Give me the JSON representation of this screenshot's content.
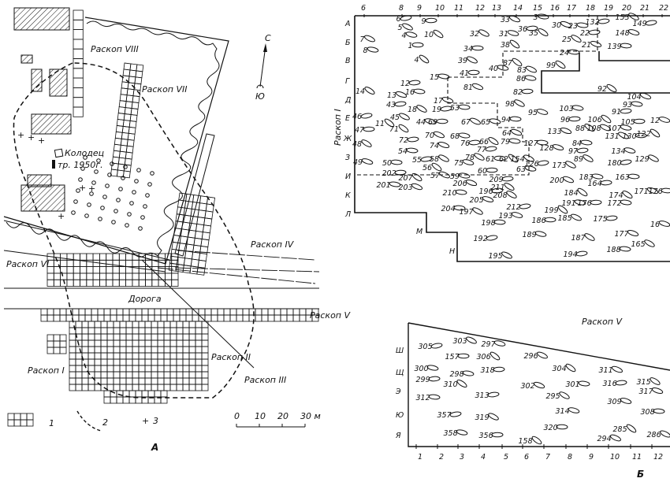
{
  "plan_a": {
    "excavation_labels": [
      "Раскоп VIII",
      "Раскоп VII",
      "Раскоп IV",
      "Раскоп VI",
      "Раскоп V",
      "Раскоп I",
      "Раскоп II",
      "Раскоп III"
    ],
    "well_label": "Колодец",
    "trench_label": "тр. 1950г.",
    "road_label": "Дорога",
    "north_label": "С",
    "south_label": "Ю",
    "legend": [
      "1",
      "2",
      "3"
    ],
    "scale_ticks": [
      "0",
      "10",
      "20",
      "30 м"
    ],
    "caption": "А"
  },
  "plan_b": {
    "side_label": "Раскоп I",
    "columns": [
      "6",
      "8",
      "9",
      "10",
      "11",
      "12",
      "13",
      "14",
      "15",
      "16",
      "17",
      "18",
      "19",
      "20",
      "21",
      "22"
    ],
    "rows": [
      "А",
      "Б",
      "В",
      "Г",
      "Д",
      "Е",
      "Ж",
      "З",
      "И",
      "К",
      "Л",
      "М",
      "Н"
    ],
    "graves": [
      "6",
      "5",
      "4",
      "1",
      "4",
      "7",
      "8",
      "9",
      "10",
      "33",
      "3",
      "36",
      "35",
      "30",
      "23",
      "22",
      "25",
      "21",
      "24",
      "132",
      "153",
      "148",
      "139",
      "149",
      "32",
      "31",
      "34",
      "38",
      "39",
      "40",
      "41",
      "87",
      "83",
      "86",
      "82",
      "99",
      "81",
      "15",
      "12",
      "14",
      "13",
      "16",
      "43",
      "18",
      "17",
      "53",
      "19",
      "98",
      "95",
      "94",
      "46",
      "45",
      "44",
      "69",
      "11",
      "67",
      "65",
      "47",
      "71",
      "70",
      "68",
      "76",
      "66",
      "64",
      "79",
      "72",
      "48",
      "74",
      "54",
      "77",
      "78",
      "49",
      "50",
      "55",
      "58",
      "75",
      "61",
      "62",
      "154",
      "63",
      "60",
      "56",
      "57",
      "59",
      "202",
      "207",
      "203",
      "201",
      "209",
      "211",
      "206",
      "210",
      "196",
      "208",
      "205",
      "204",
      "212",
      "197",
      "193",
      "198",
      "192",
      "195",
      "189",
      "186",
      "199",
      "185",
      "191",
      "176",
      "184",
      "200",
      "183",
      "164",
      "174",
      "171",
      "172",
      "175",
      "187",
      "177",
      "188",
      "194",
      "165",
      "16",
      "163",
      "180",
      "129",
      "134",
      "130",
      "122",
      "131",
      "107",
      "105",
      "106",
      "108",
      "103",
      "96",
      "92",
      "104",
      "93",
      "91",
      "88",
      "133",
      "84",
      "97",
      "89",
      "128",
      "127",
      "126",
      "173",
      "12",
      "176"
    ]
  },
  "plan_c": {
    "title": "Раскоп V",
    "rows": [
      "Ш",
      "Щ",
      "Э",
      "Ю",
      "Я"
    ],
    "columns": [
      "1",
      "2",
      "3",
      "4",
      "5",
      "6",
      "7",
      "8",
      "9",
      "10",
      "11",
      "12"
    ],
    "graves": [
      "305",
      "303",
      "297",
      "157",
      "306",
      "296",
      "300",
      "318",
      "304",
      "311",
      "298",
      "299",
      "310",
      "302",
      "301",
      "316",
      "315",
      "317",
      "312",
      "313",
      "295",
      "309",
      "308",
      "357",
      "319",
      "314",
      "320",
      "285",
      "286",
      "358",
      "356",
      "158",
      "294"
    ],
    "caption": "Б"
  }
}
